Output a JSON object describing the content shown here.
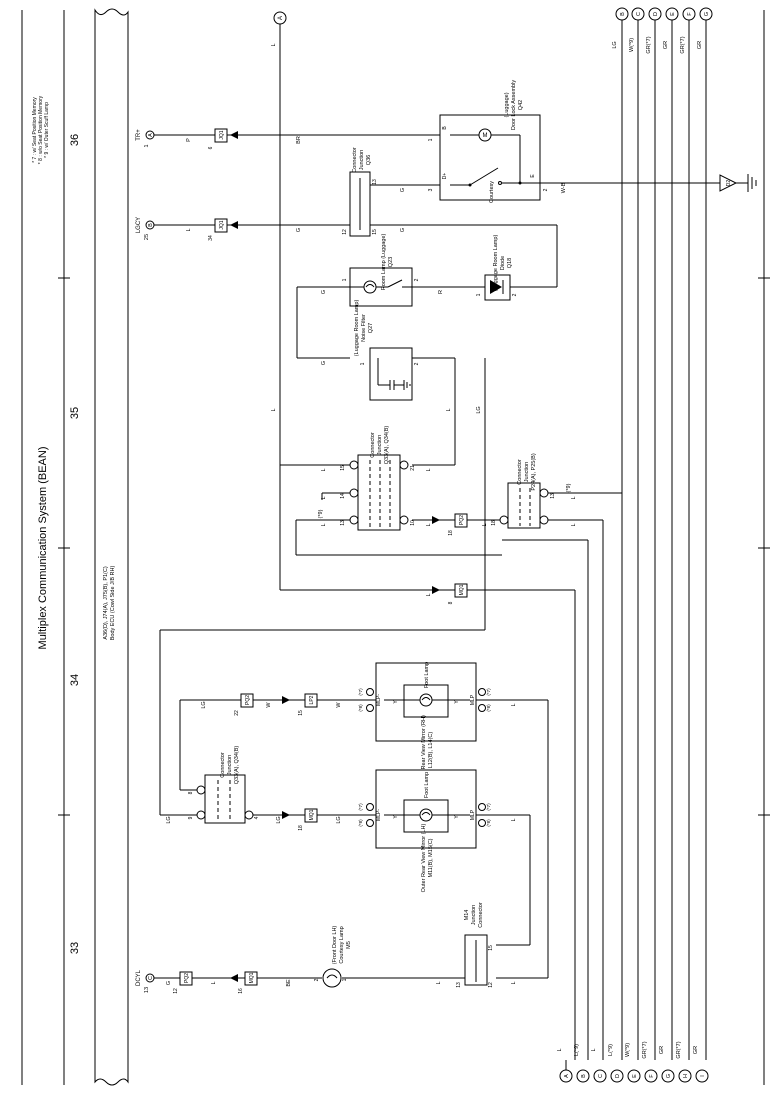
{
  "page_title": "Multiplex Communication System (BEAN)",
  "grid_numbers": [
    "33",
    "34",
    "35",
    "36"
  ],
  "footnotes": [
    "* 7 : w/ Seat Position Memory",
    "* 8 : w/o Seat Position Memory",
    "* 9 : w/ Outer Scuff Lamp"
  ],
  "ecu": {
    "line1": "A36(D), J74(A), J75(B), P1(C)",
    "line2": "Body ECU (Cowl Side J/B RH)"
  },
  "ecu_pins": [
    {
      "name": "TR+",
      "term": "A",
      "pin": "1"
    },
    {
      "name": "LGCY",
      "term": "B",
      "pin": "25"
    },
    {
      "name": "DCYL",
      "term": "C",
      "pin": "13"
    }
  ],
  "components": {
    "q42": {
      "code": "Q42",
      "line1": "Door Lock Assembly",
      "line2": "(Luggage)",
      "pins": [
        "1",
        "B",
        "D+",
        "3",
        "E",
        "2"
      ],
      "switch_label": "Courtesy"
    },
    "q36": {
      "code": "Q36",
      "line1": "Junction",
      "line2": "Connector",
      "pins": [
        "13",
        "15",
        "12"
      ]
    },
    "q23": {
      "code": "Q23",
      "line1": "Room Lamp (Luggage)",
      "pins": [
        "1",
        "2"
      ]
    },
    "q18": {
      "code": "Q18",
      "line1": "Diode",
      "line2": "(Luggage Room Lamp)",
      "pins": [
        "1",
        "2"
      ]
    },
    "q27": {
      "code": "Q27",
      "line1": "Noise Filter",
      "line2": "(Luggage Room Lamp)",
      "pins": [
        "1",
        "2"
      ]
    },
    "q33": {
      "code": "Q33(A), Q34(B)",
      "line1": "Junction",
      "line2": "Connector",
      "pins": [
        "15",
        "14",
        "13",
        "21",
        "10"
      ]
    },
    "p24": {
      "code": "P24(A), P25(B)",
      "line1": "Junction",
      "line2": "Connector",
      "pins": [
        "13",
        "18"
      ]
    },
    "l12": {
      "code": "L12(B), L14(C)",
      "line1": "Outer Rear View Mirror (RH)",
      "lamp": "Foot Lamp",
      "tag_neg": "MLP-",
      "tag_pos": "MLP",
      "wire_y": "Y",
      "note7": "(*7)",
      "note8": "(*8)"
    },
    "m11": {
      "code": "M11(B), M15(C)",
      "line1": "Outer Rear View Mirror (LH)",
      "lamp": "Foot Lamp",
      "tag_neg": "MLP-",
      "tag_pos": "MLP",
      "wire_y": "Y",
      "note7": "(*7)",
      "note8": "(*8)"
    },
    "q33b": {
      "code": "Q33(A), Q34(B)",
      "line1": "Junction",
      "line2": "Connector",
      "pins": [
        "8",
        "9",
        "4"
      ]
    },
    "m5": {
      "code": "M5",
      "line1": "Courtesy Lamp",
      "line2": "(Front Door LH)",
      "pins": [
        "2",
        "1"
      ]
    },
    "m14": {
      "code": "M14",
      "line1": "Junction",
      "line2": "Connector",
      "pins": [
        "15",
        "13",
        "12"
      ]
    },
    "ground": {
      "code": "D2"
    }
  },
  "inline_connectors": [
    {
      "code": "JQ1",
      "pin": "6"
    },
    {
      "code": "JQ1",
      "pin": "34"
    },
    {
      "code": "PQ2",
      "pin": "18"
    },
    {
      "code": "MQ1",
      "pin": "8"
    },
    {
      "code": "PQ2",
      "pin": "22"
    },
    {
      "code": "LP2",
      "pin": "15"
    },
    {
      "code": "MQ1",
      "pin": "18"
    },
    {
      "code": "PQ2",
      "pin": "12"
    },
    {
      "code": "MQ1",
      "pin": "16"
    }
  ],
  "wire_colors": {
    "p": "P",
    "br": "BR",
    "l": "L",
    "g": "G",
    "lg": "LG",
    "r": "R",
    "w": "W",
    "be": "BE",
    "wb": "W-B"
  },
  "note9": "(*9)",
  "bus_lines": [
    {
      "term": "A",
      "color": "L"
    },
    {
      "term": "B",
      "color": "L(*9)"
    },
    {
      "term": "C",
      "color": "L"
    },
    {
      "term": "D",
      "color": "L(*9)"
    },
    {
      "term": "E",
      "color": "W(*9)"
    },
    {
      "term": "F",
      "color": "GR(*7)"
    },
    {
      "term": "G",
      "color": "GR"
    },
    {
      "term": "H",
      "color": "GR(*7)"
    },
    {
      "term": "I",
      "color": "GR"
    }
  ],
  "bus_lines_top": [
    {
      "term": "B",
      "color": "LG"
    },
    {
      "term": "C",
      "color": "W(*9)"
    },
    {
      "term": "D",
      "color": "GR(*7)"
    },
    {
      "term": "E",
      "color": "GR"
    },
    {
      "term": "F",
      "color": "GR(*7)"
    },
    {
      "term": "G",
      "color": "GR"
    }
  ],
  "top_term_a": "A"
}
